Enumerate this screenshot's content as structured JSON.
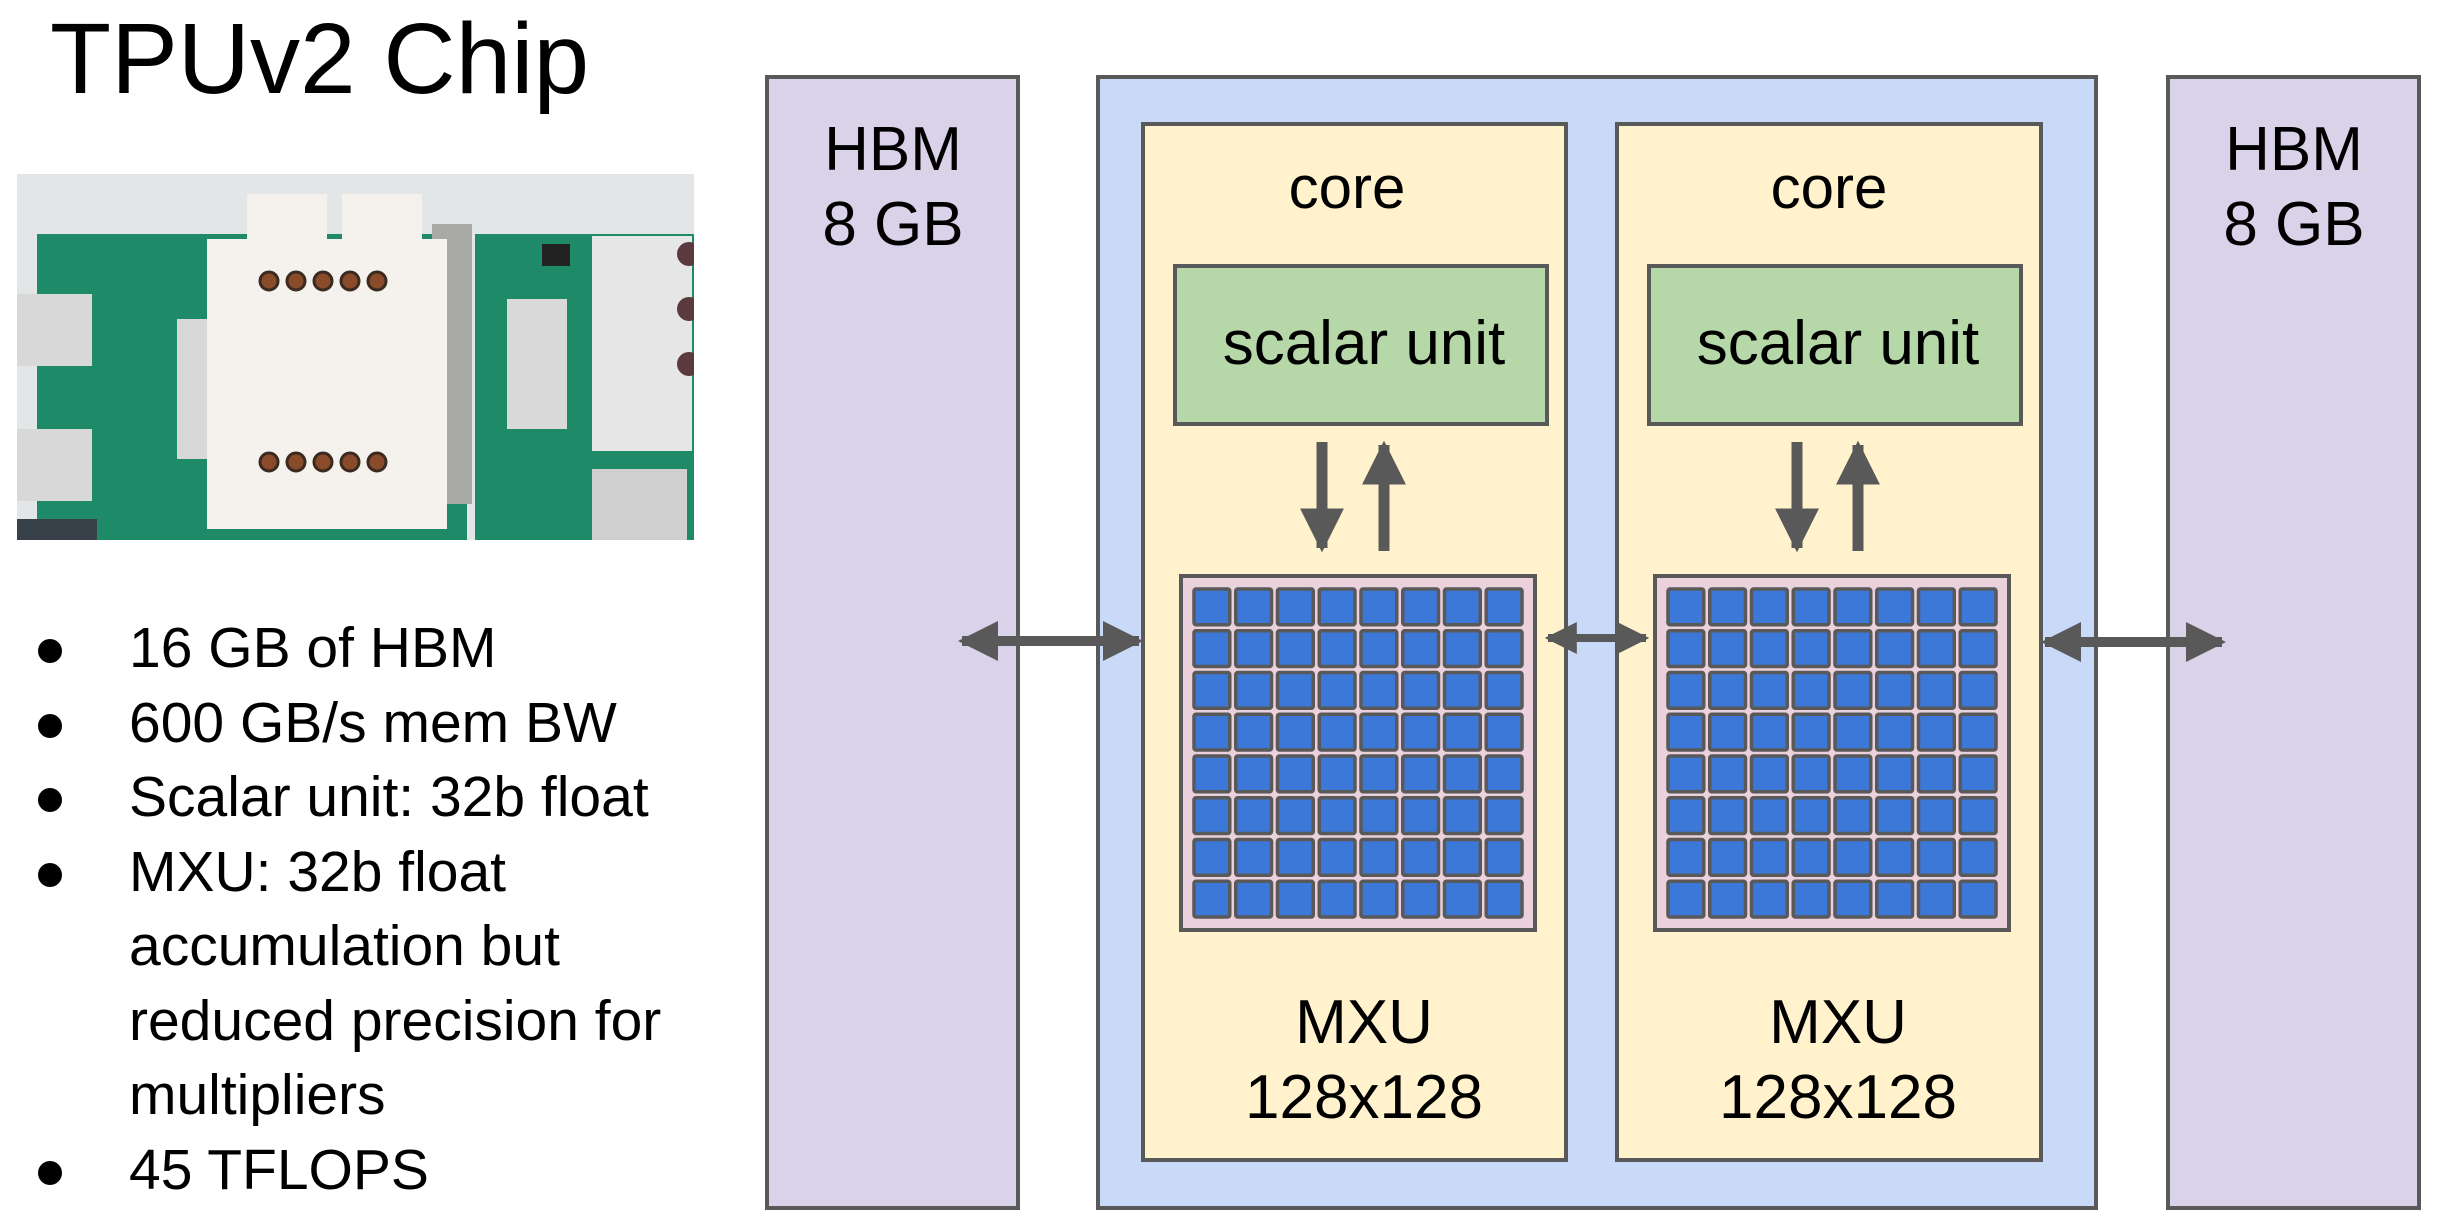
{
  "slide": {
    "title": "TPUv2 Chip",
    "photo": {
      "alt": "TPUv2 chip board photo",
      "icon": "circuit-board-photo"
    },
    "bullets": [
      "16 GB of HBM",
      "600 GB/s mem BW",
      "Scalar unit: 32b float",
      "MXU: 32b float accumulation but reduced precision for multipliers",
      "45 TFLOPS"
    ]
  },
  "diagram": {
    "hbm_left": {
      "line1": "HBM",
      "line2": "8 GB"
    },
    "hbm_right": {
      "line1": "HBM",
      "line2": "8 GB"
    },
    "cores": [
      {
        "label": "core",
        "scalar_label": "scalar unit",
        "mxu_line1": "MXU",
        "mxu_line2": "128x128",
        "mxu_grid": {
          "rows": 8,
          "cols": 8
        }
      },
      {
        "label": "core",
        "scalar_label": "scalar unit",
        "mxu_line1": "MXU",
        "mxu_line2": "128x128",
        "mxu_grid": {
          "rows": 8,
          "cols": 8
        }
      }
    ],
    "colors": {
      "hbm_fill": "#d9d2e9",
      "chip_fill": "#c9daf8",
      "core_fill": "#fff2cc",
      "scalar_fill": "#b6d7a8",
      "mxu_fill": "#ead1dc",
      "mxu_cell_fill": "#3c78d8",
      "stroke": "#595959"
    }
  }
}
